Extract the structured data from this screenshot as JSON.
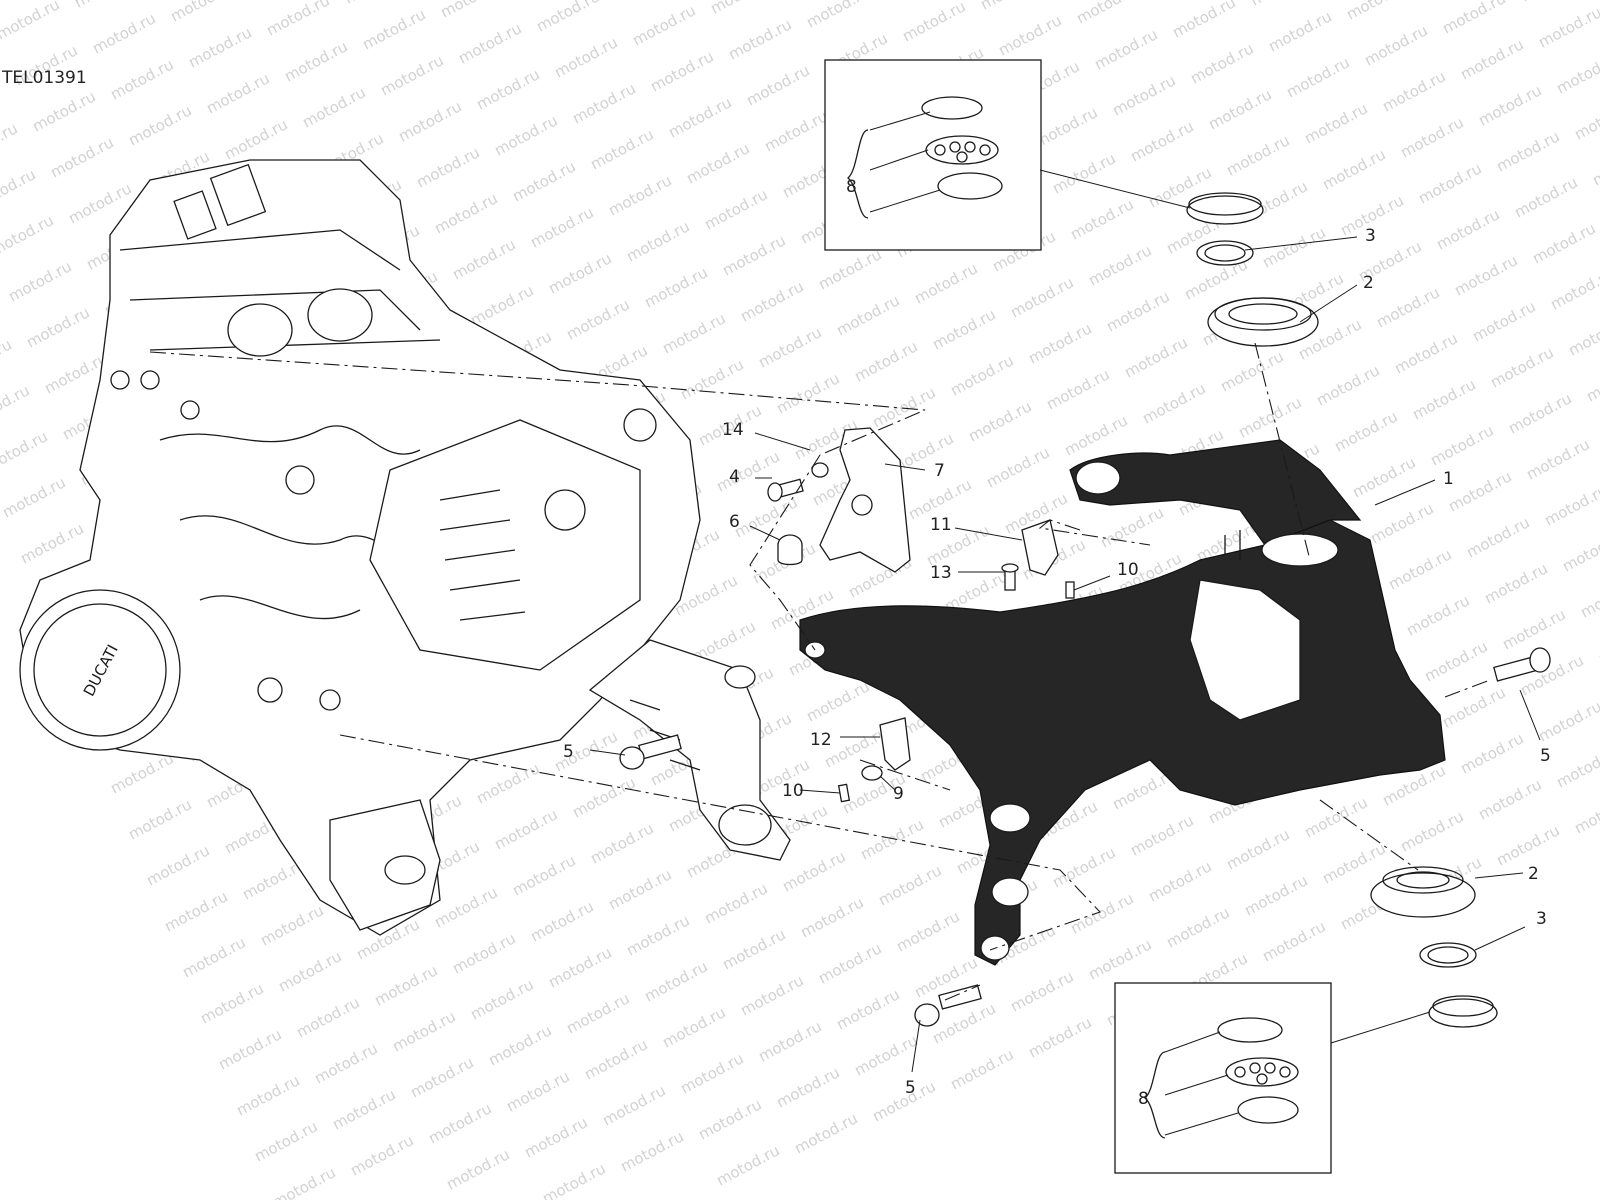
{
  "diagram": {
    "drawing_code": "TEL01391",
    "watermark": "motod.ru",
    "brand_on_cover": "DUCATI",
    "callouts": [
      "1",
      "2",
      "3",
      "2",
      "3",
      "4",
      "5",
      "5",
      "5",
      "6",
      "7",
      "8",
      "8",
      "9",
      "10",
      "10",
      "11",
      "12",
      "13",
      "14"
    ]
  },
  "colors": {
    "ink": "#1a1a1a",
    "frame": "#262626",
    "watermark": "#d2d2d2",
    "background": "#ffffff"
  }
}
